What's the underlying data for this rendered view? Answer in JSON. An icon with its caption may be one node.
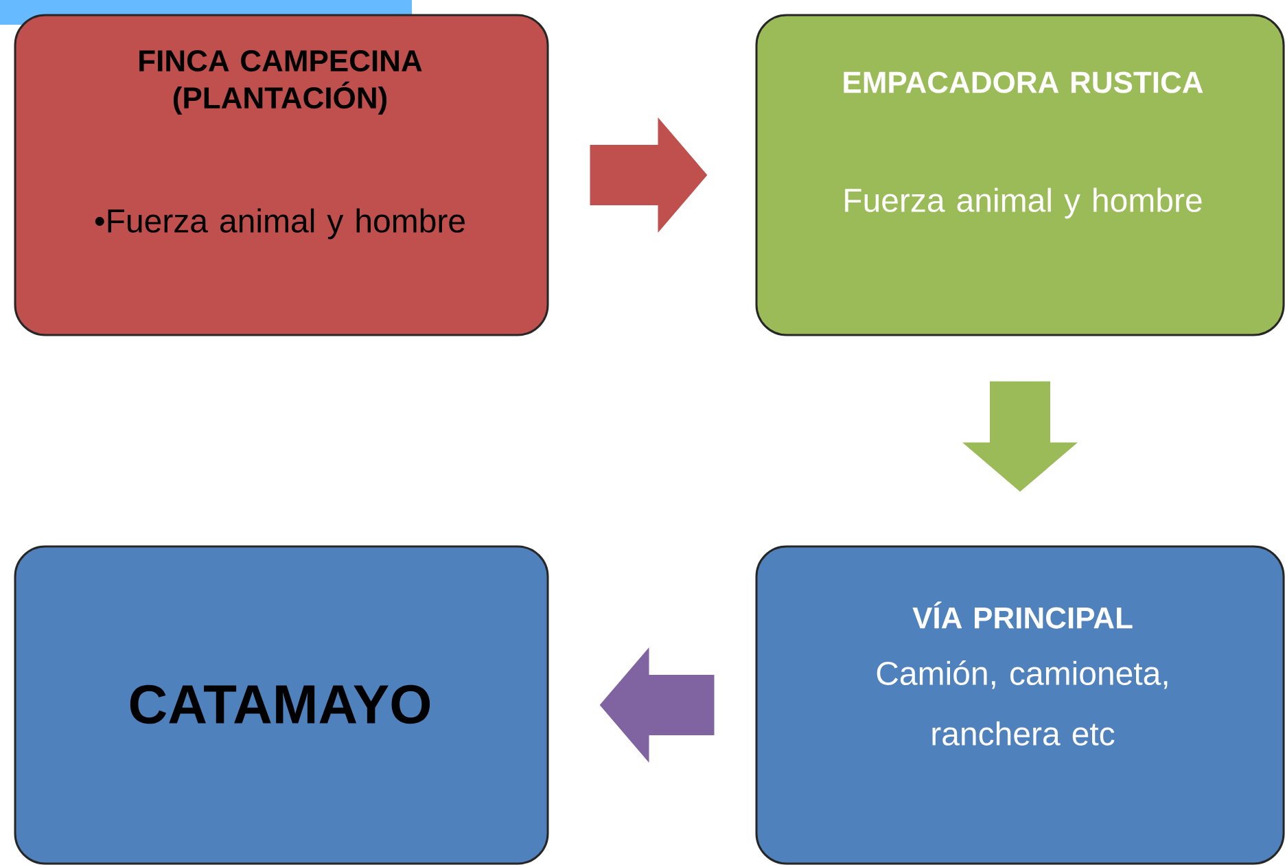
{
  "diagram": {
    "nodes": [
      {
        "text": [
          "FINCA CAMPECINA (PLANTACIÓN)",
          "•Fuerza animal y hombre"
        ]
      },
      {
        "text": [
          "EMPACADORA RUSTICA",
          "Fuerza animal y hombre"
        ]
      },
      {
        "text": [
          "VÍA PRINCIPAL",
          "Camión, camioneta, ranchera etc"
        ]
      },
      {
        "text": [
          "CATAMAYO"
        ]
      }
    ],
    "edges": [
      {
        "from": 0,
        "to": 1,
        "arrow": "to",
        "color": "#c0504d"
      },
      {
        "from": 1,
        "to": 2,
        "arrow": "to",
        "color": "#9bbb59"
      },
      {
        "from": 2,
        "to": 3,
        "arrow": "to",
        "color": "#8064a2"
      }
    ]
  }
}
